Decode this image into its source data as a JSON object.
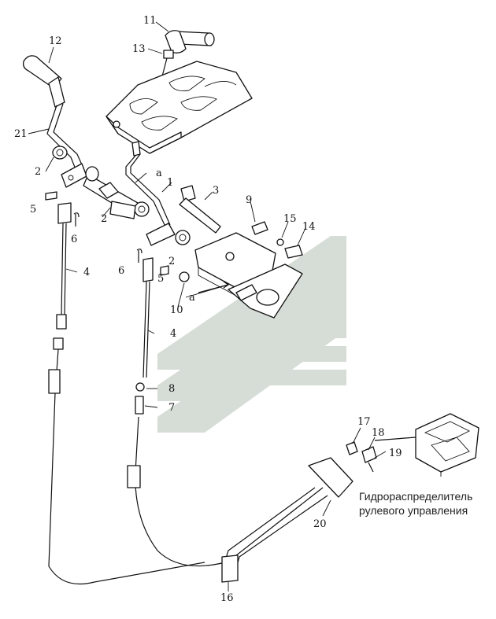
{
  "labels": {
    "p1": "1",
    "p2a": "2",
    "p2b": "2",
    "p2c": "2",
    "p3": "3",
    "p4a": "4",
    "p4b": "4",
    "p5a": "5",
    "p5b": "5",
    "p6a": "6",
    "p6b": "6",
    "p7": "7",
    "p8": "8",
    "p9": "9",
    "p10": "10",
    "p11": "11",
    "p12": "12",
    "p13": "13",
    "p14": "14",
    "p15": "15",
    "p16": "16",
    "p17": "17",
    "p18": "18",
    "p19": "19",
    "p20": "20",
    "p21": "21",
    "a1": "a",
    "a2": "a"
  },
  "caption": {
    "line1": "Гидрораспределитель",
    "line2": "рулевого управления"
  },
  "colors": {
    "ink": "#111111",
    "watermark": "#cfd6cf"
  }
}
